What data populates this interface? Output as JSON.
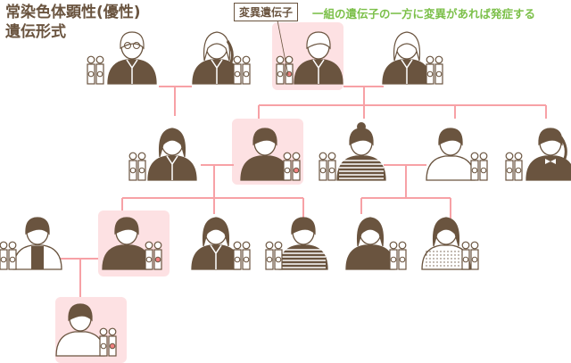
{
  "title": {
    "line1": "常染色体顕性(優性)",
    "line2": "遺伝形式"
  },
  "legend": {
    "label": "変異遺伝子",
    "description": "一組の遺伝子の一方に変異があれば発症する"
  },
  "colors": {
    "brown": "#6a543f",
    "line": "#f7a1a6",
    "highlight": "#fde1e3",
    "accent": "#7cc04a",
    "mutant": "#f08080"
  },
  "people": [
    {
      "id": "grandfather-1",
      "generation": 1,
      "affected": false,
      "style": "glasses-man"
    },
    {
      "id": "grandmother-1",
      "generation": 1,
      "affected": false,
      "style": "ponytail-woman"
    },
    {
      "id": "grandfather-2",
      "generation": 1,
      "affected": true,
      "style": "man"
    },
    {
      "id": "grandmother-2",
      "generation": 1,
      "affected": false,
      "style": "woman"
    },
    {
      "id": "mother",
      "generation": 2,
      "affected": false,
      "style": "long-hair-woman"
    },
    {
      "id": "father",
      "generation": 2,
      "affected": true,
      "style": "man-casual"
    },
    {
      "id": "aunt",
      "generation": 2,
      "affected": false,
      "style": "bun-woman-stripes"
    },
    {
      "id": "uncle-in-law",
      "generation": 2,
      "affected": false,
      "style": "man-white"
    },
    {
      "id": "aunt-2",
      "generation": 2,
      "affected": false,
      "style": "ponytail-woman-bow"
    },
    {
      "id": "spouse",
      "generation": 3,
      "affected": false,
      "style": "man-vest"
    },
    {
      "id": "son",
      "generation": 3,
      "affected": true,
      "style": "man-casual"
    },
    {
      "id": "daughter",
      "generation": 3,
      "affected": false,
      "style": "long-hair-woman"
    },
    {
      "id": "boy",
      "generation": 3,
      "affected": false,
      "style": "boy-stripes"
    },
    {
      "id": "cousin-girl",
      "generation": 3,
      "affected": false,
      "style": "girl"
    },
    {
      "id": "cousin-girl-2",
      "generation": 3,
      "affected": false,
      "style": "girl-dots"
    },
    {
      "id": "grandchild",
      "generation": 4,
      "affected": true,
      "style": "child-white"
    }
  ]
}
